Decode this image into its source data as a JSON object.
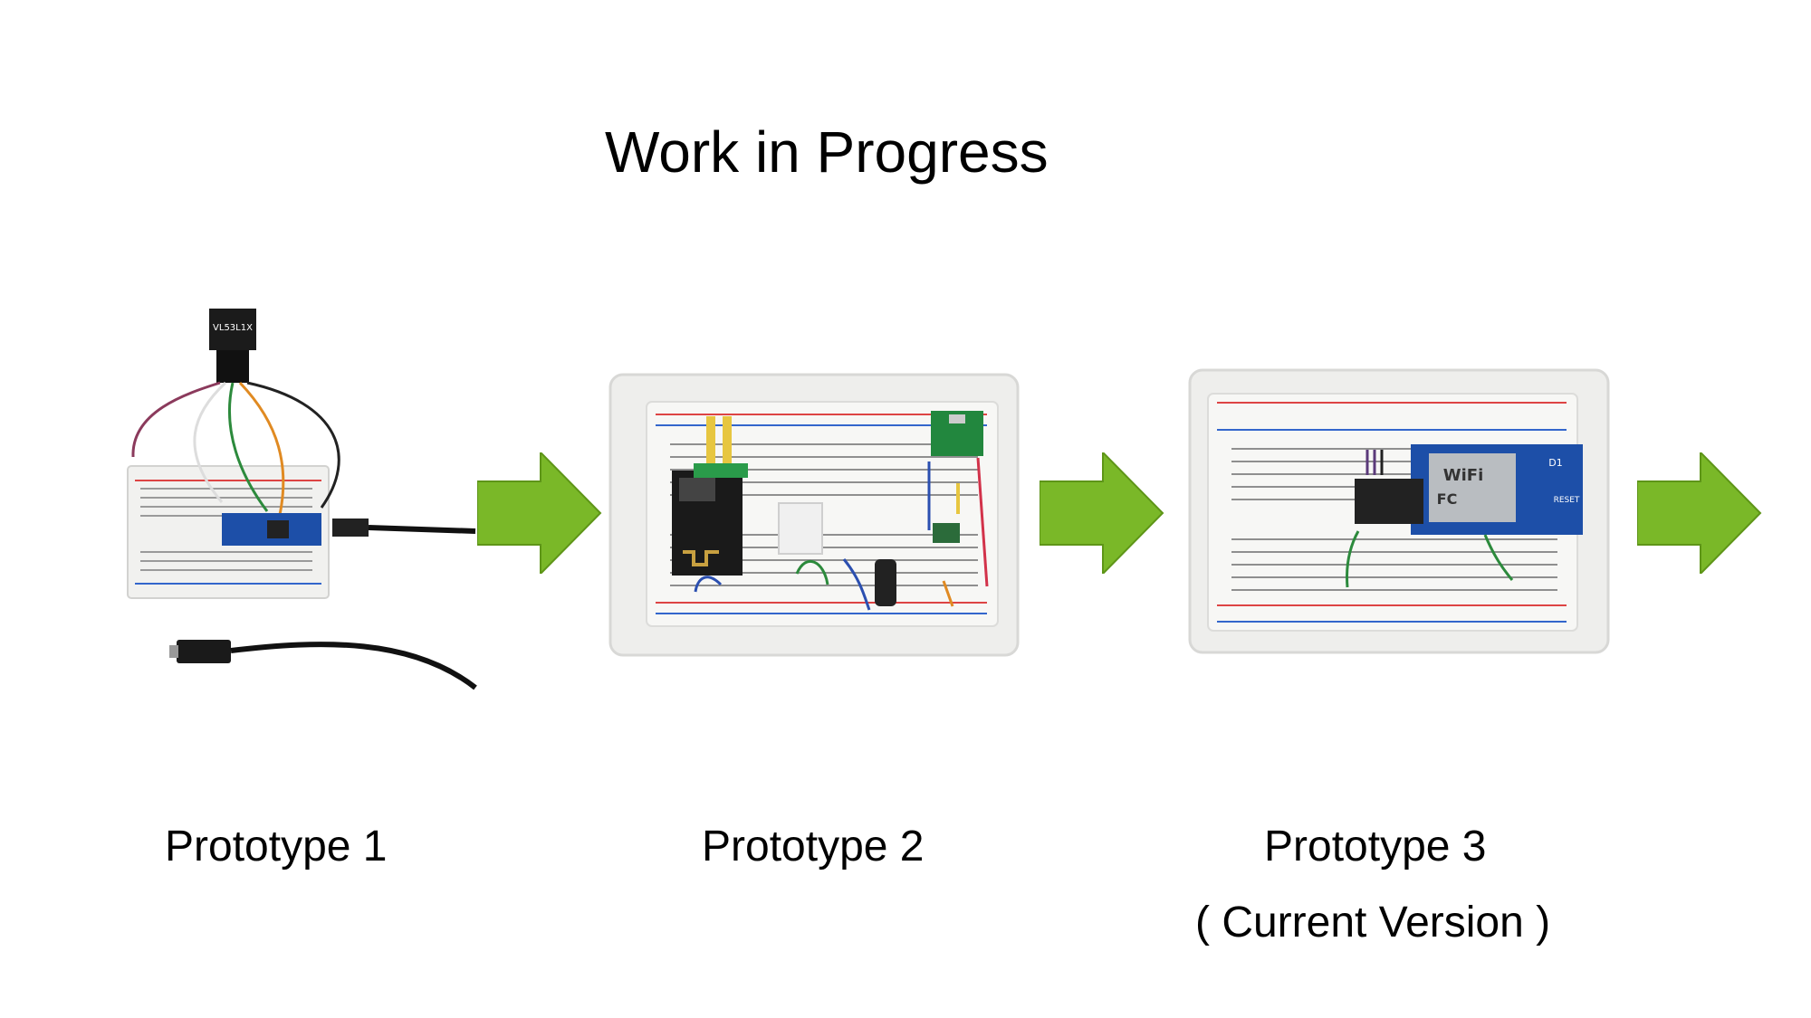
{
  "slide": {
    "title": "Work in Progress",
    "accent_color": "#7ab828",
    "prototypes": [
      {
        "label": "Prototype 1"
      },
      {
        "label": "Prototype 2"
      },
      {
        "label": "Prototype 3",
        "sublabel": "( Current Version )"
      }
    ],
    "sensor_label": "VL53L1X",
    "module_labels": {
      "wifi": "WiFi",
      "fc": "FC",
      "d1": "D1",
      "reset": "RESET"
    }
  }
}
